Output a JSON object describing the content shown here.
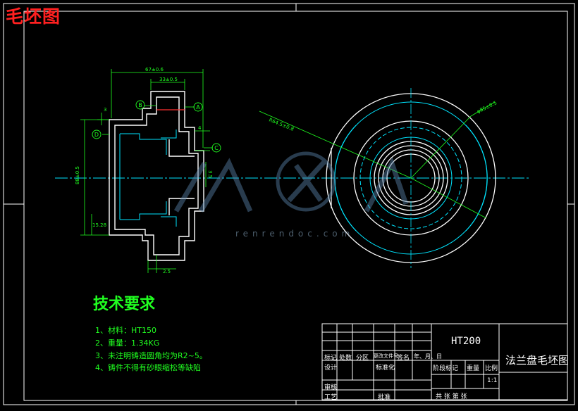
{
  "drawing": {
    "caption": "毛坯图",
    "part_name": "法兰盘毛坯图",
    "material": "HT200"
  },
  "dimensions": {
    "width_outer": "67±0.6",
    "width_inner": "33±0.5",
    "dia_left": "88±0.5",
    "left_offset": "3",
    "rib": "4",
    "bore_step": "3.5",
    "bottom_step": "2.5",
    "bottom_label": "15.28",
    "radius_large": "R64.5±0.8",
    "radius_small": "φ85±0.5"
  },
  "datums": [
    "B",
    "A",
    "D",
    "C"
  ],
  "tech_requirements": {
    "title": "技术要求",
    "items": [
      "1、材料：HT150",
      "2、重量：1.34KG",
      "3、未注明铸造圆角均为R2~5。",
      "4、铸件不得有砂眼缩松等缺陷"
    ]
  },
  "title_block": {
    "headers": [
      "标记",
      "处数",
      "分区",
      "更改文件号",
      "签名",
      "年、月、日"
    ],
    "design": "设计",
    "standard": "标准化",
    "stage_mark": "阶段标记",
    "weight": "重量",
    "scale": "比例",
    "scale_value": "1:1",
    "review": "审核",
    "process": "工艺",
    "approve": "批准",
    "sheets": "共  张  第  张"
  },
  "watermark": {
    "url": "renrendoc.com"
  },
  "colors": {
    "background": "#000000",
    "outline": "#ffffff",
    "dimension": "#20ff20",
    "centerline": "#00e5ff",
    "caption": "#ff2020",
    "section_mark": "#ff3030"
  }
}
